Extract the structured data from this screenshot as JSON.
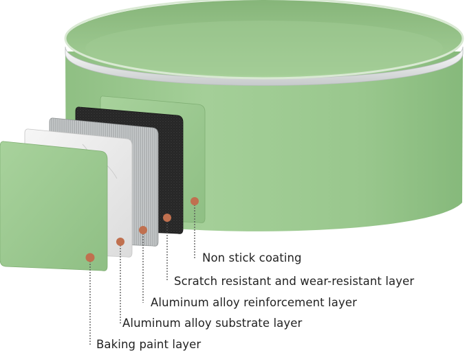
{
  "colors": {
    "pan_green": "#9cc890",
    "pan_green_dark": "#82b577",
    "rim_silver": "#e4e6e6",
    "coating_black": "#2a2a2a",
    "metal_gray": "#b9bcbd",
    "stone_white": "#ededed",
    "marker": "#c0704f",
    "label_text": "#222222"
  },
  "layers": [
    {
      "label": "Non stick coating",
      "swatch": "green"
    },
    {
      "label": "Scratch resistant and wear-resistant layer",
      "swatch": "black"
    },
    {
      "label": "Aluminum alloy reinforcement layer",
      "swatch": "brushed-metal"
    },
    {
      "label": "Aluminum alloy substrate layer",
      "swatch": "marble"
    },
    {
      "label": "Baking paint layer",
      "swatch": "green"
    }
  ]
}
